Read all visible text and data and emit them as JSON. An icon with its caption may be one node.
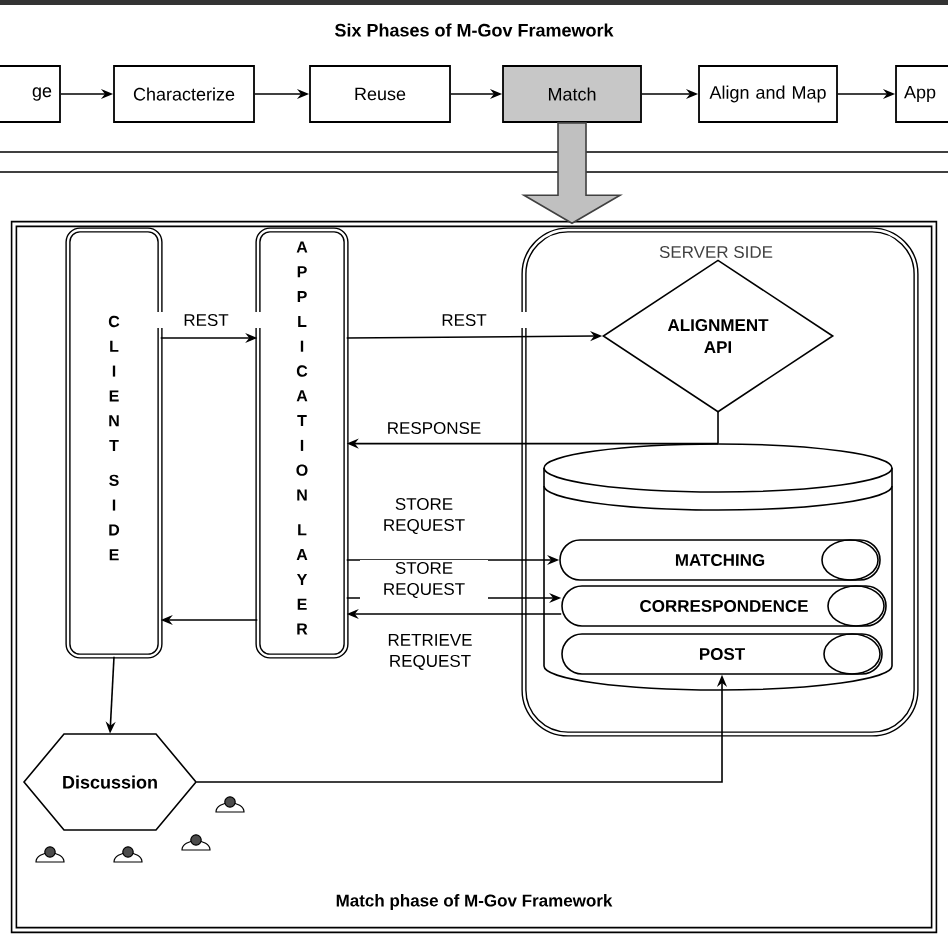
{
  "diagram": {
    "title": "Six Phases of M-Gov Framework",
    "nodes": [
      {
        "text": [
          "ge"
        ]
      },
      {
        "text": [
          "Characterize"
        ]
      },
      {
        "text": [
          "Reuse"
        ]
      },
      {
        "text": [
          "Match"
        ]
      },
      {
        "text": [
          "Align and Map"
        ]
      },
      {
        "text": [
          "App"
        ]
      },
      {
        "text": [
          "Match phase of M-Gov Framework"
        ]
      },
      {
        "text": [
          "CLIENT SIDE"
        ],
        "in": 6
      },
      {
        "text": [
          "APPLICATION LAYER"
        ],
        "in": 6
      },
      {
        "text": [
          "SERVER SIDE"
        ],
        "in": 6
      },
      {
        "text": [
          "ALIGNMENT API"
        ],
        "in": 9
      },
      {
        "text": [],
        "shape": "cylinder",
        "in": 9
      },
      {
        "text": [
          "MATCHING"
        ],
        "in": 11
      },
      {
        "text": [
          "CORRESPONDENCE"
        ],
        "in": 11
      },
      {
        "text": [
          "POST"
        ],
        "in": 11
      },
      {
        "text": [
          "Discussion"
        ],
        "in": 6
      }
    ],
    "edges": [
      {
        "from": 0,
        "to": 1,
        "arrow": "to"
      },
      {
        "from": 1,
        "to": 2,
        "arrow": "to"
      },
      {
        "from": 2,
        "to": 3,
        "arrow": "to"
      },
      {
        "from": 3,
        "to": 4,
        "arrow": "to"
      },
      {
        "from": 4,
        "to": 5,
        "arrow": "to"
      },
      {
        "from": 3,
        "to": 6,
        "arrow": "to",
        "style": "thick",
        "color": "#c0c0c0"
      },
      {
        "from": 7,
        "to": 8,
        "arrow": "to",
        "label": "REST"
      },
      {
        "from": 8,
        "to": 10,
        "arrow": "to",
        "label": "REST"
      },
      {
        "from": 10,
        "to": 11,
        "arrow": "none"
      },
      {
        "from": 11,
        "to": 8,
        "arrow": "to",
        "label": "RESPONSE"
      },
      {
        "from": 8,
        "to": 12,
        "arrow": "to",
        "label": "STORE REQUEST"
      },
      {
        "from": 8,
        "to": 13,
        "arrow": "to",
        "label": "STORE REQUEST"
      },
      {
        "from": 13,
        "to": 8,
        "arrow": "to",
        "label": "RETRIEVE REQUEST"
      },
      {
        "from": 8,
        "to": 7,
        "arrow": "to"
      },
      {
        "from": 7,
        "to": 15,
        "arrow": "to"
      },
      {
        "from": 15,
        "to": 14,
        "arrow": "to"
      }
    ]
  }
}
